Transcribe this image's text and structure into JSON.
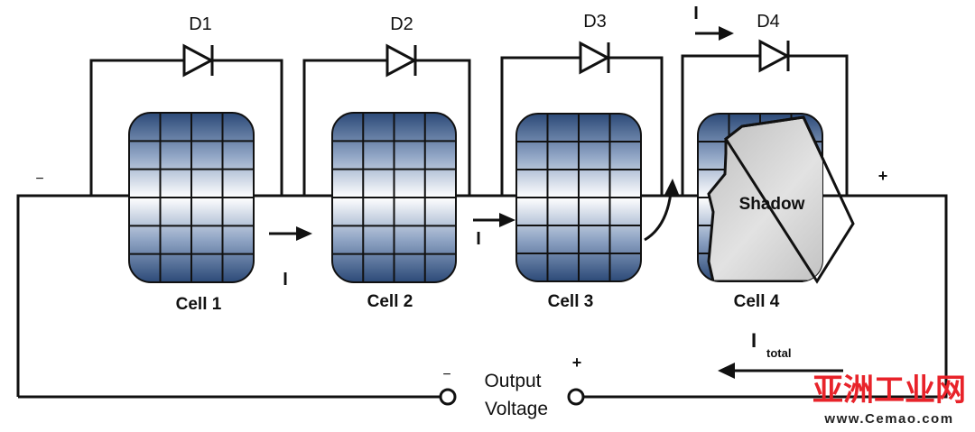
{
  "diagram": {
    "title": "Solar cells in series with bypass diodes, Cell 4 shaded",
    "diodes": [
      {
        "label": "D1"
      },
      {
        "label": "D2"
      },
      {
        "label": "D3"
      },
      {
        "label": "D4"
      }
    ],
    "cells": [
      {
        "label": "Cell 1",
        "shaded": false
      },
      {
        "label": "Cell 2",
        "shaded": false
      },
      {
        "label": "Cell 3",
        "shaded": false
      },
      {
        "label": "Cell 4",
        "shaded": true
      }
    ],
    "shadow_label": "Shadow",
    "current_label": "I",
    "total_current_main": "I",
    "total_current_sub": "total",
    "minus_sign": "−",
    "plus_sign": "+",
    "output_line1": "Output",
    "output_line2": "Voltage",
    "colors": {
      "cell_dark": "#2c4a78",
      "cell_light": "#ffffff",
      "shadow_fill": "#cfcfcf",
      "wire": "#111111",
      "watermark_red": "#e8232a"
    }
  },
  "watermark": {
    "chinese": "亚洲工业网",
    "url": "www.Cemao.com"
  }
}
